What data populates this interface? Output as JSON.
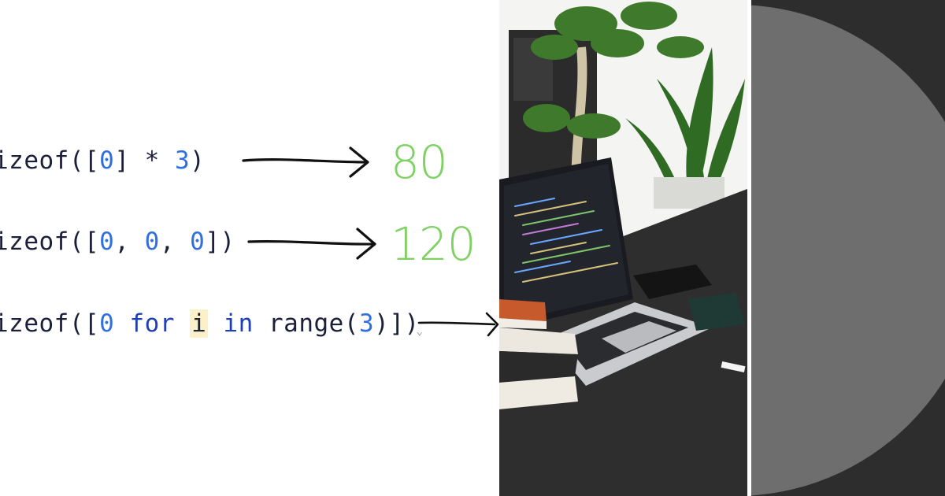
{
  "code": {
    "line1": {
      "pre": "izeof([",
      "n1": "0",
      "mid": "] * ",
      "n2": "3",
      "post": ")"
    },
    "line2": {
      "pre": "izeof([",
      "n1": "0",
      "c1": ", ",
      "n2": "0",
      "c2": ", ",
      "n3": "0",
      "post": "])"
    },
    "line3": {
      "pre": "izeof([",
      "n1": "0",
      "sp1": " ",
      "kw1": "for",
      "sp2": " ",
      "var": "i",
      "sp3": " ",
      "kw2": "in",
      "sp4": " ",
      "fn": "range(",
      "n2": "3",
      "post": ")])"
    }
  },
  "results": {
    "r1": "80",
    "r2": "120"
  },
  "colors": {
    "result_green": "#7ed163",
    "number_blue": "#2f6fe0",
    "keyword_blue": "#1f3fb8",
    "highlight": "#fbf1c8"
  }
}
